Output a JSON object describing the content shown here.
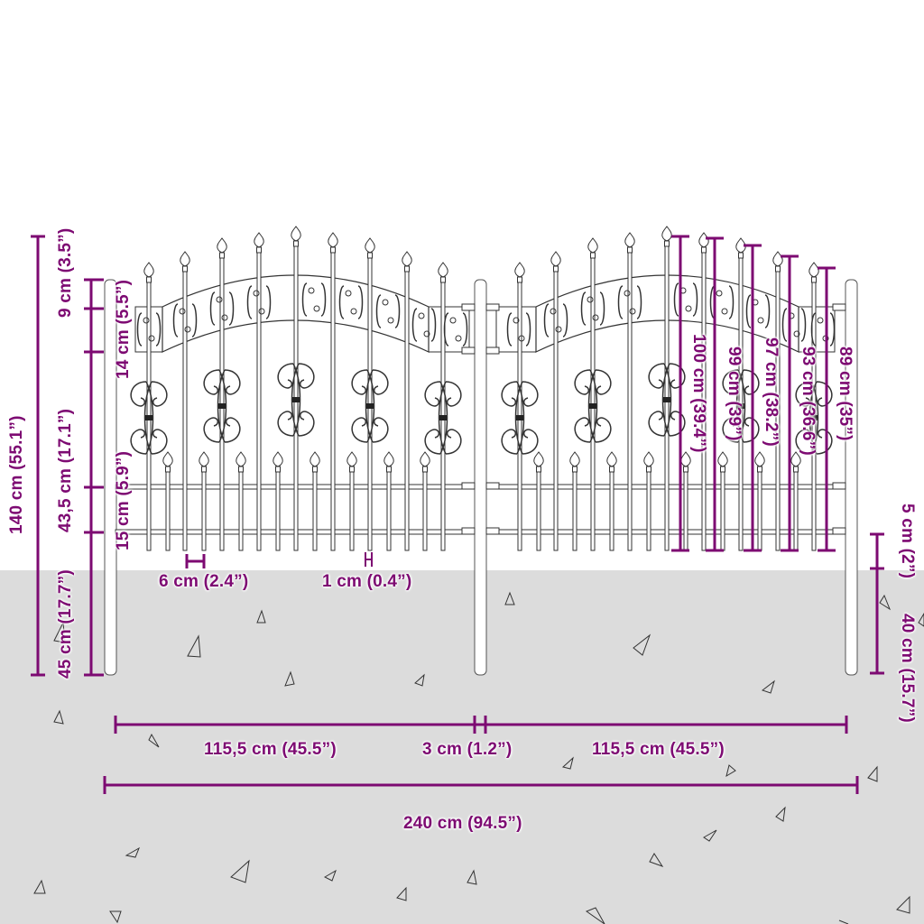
{
  "colors": {
    "dimension": "#7d0a72",
    "ground": "#dcdcdc",
    "fence_line": "#333333",
    "background": "#ffffff"
  },
  "dimensions": {
    "overall_height": "140 cm (55.1”)",
    "top_arch_height": "9 cm (3.5”)",
    "panel_height": "43,5 cm (17.1”)",
    "in_ground_depth": "45 cm (17.7”)",
    "top_band_height": "14 cm (5.5”)",
    "bottom_rail_spacing": "15 cm (5.9”)",
    "picket_gap": "6 cm (2.4”)",
    "picket_width": "1 cm (0.4”)",
    "picket_heights": [
      "100 cm (39.4”)",
      "99 cm (39”)",
      "97 cm (38.2”)",
      "93 cm (36.6”)",
      "89 cm (35”)"
    ],
    "post_clearance": "5 cm (2”)",
    "post_in_ground": "40 cm (15.7”)",
    "left_panel_width": "115,5 cm (45.5”)",
    "panel_gap": "3 cm (1.2”)",
    "right_panel_width": "115,5 cm (45.5”)",
    "total_width": "240 cm (94.5”)"
  }
}
